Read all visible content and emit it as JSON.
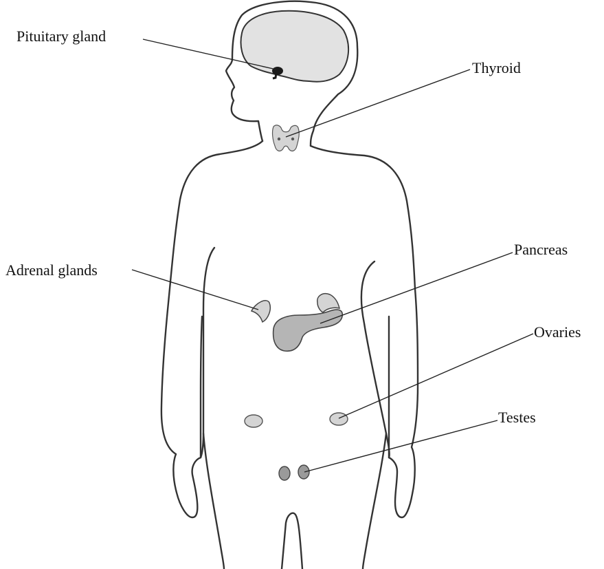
{
  "labels": {
    "pituitary": "Pituitary gland",
    "thyroid": "Thyroid",
    "pancreas": "Pancreas",
    "adrenal": "Adrenal glands",
    "ovaries": "Ovaries",
    "testes": "Testes"
  },
  "colors": {
    "outline": "#333333",
    "brain": "#e2e2e2",
    "gland_light": "#d4d4d4",
    "gland_mid": "#b5b5b5",
    "gland_dark": "#9a9a9a",
    "pituitary": "#1a1a1a"
  }
}
